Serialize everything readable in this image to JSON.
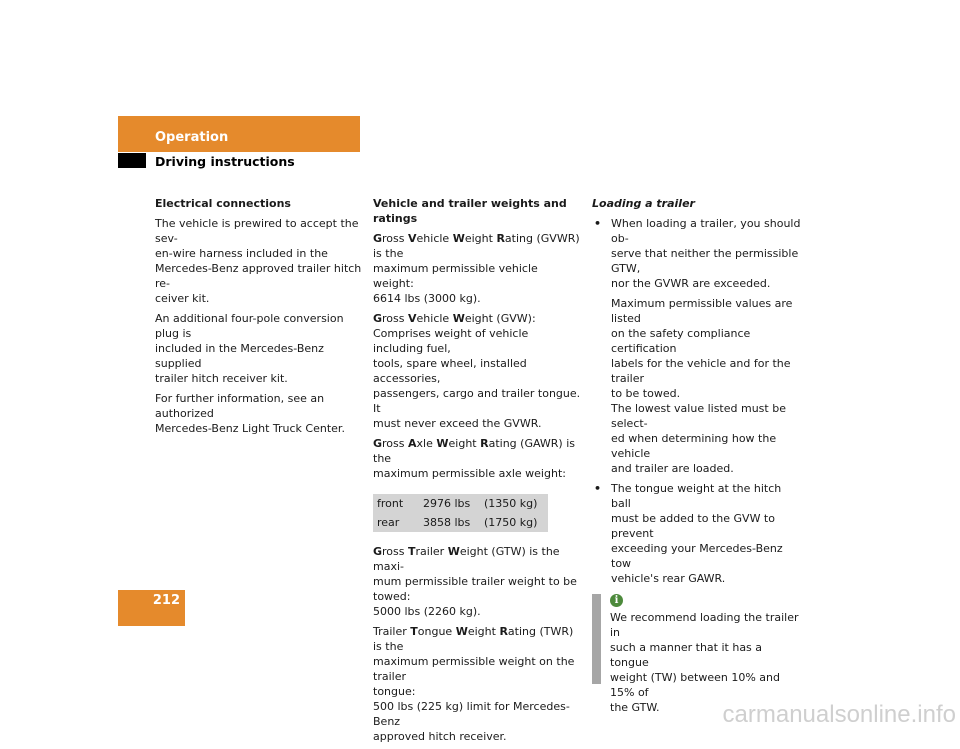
{
  "header": {
    "title": "Operation",
    "subtitle": "Driving instructions"
  },
  "page_number": "212",
  "col1": {
    "heading": "Electrical connections",
    "p1": "The vehicle is prewired to accept the sev-\nen-wire harness included in the\nMercedes-Benz approved trailer hitch re-\nceiver kit.",
    "p2": "An additional four-pole conversion plug is\nincluded in the Mercedes-Benz supplied\ntrailer hitch receiver kit.",
    "p3": "For further information, see an authorized\nMercedes-Benz Light Truck Center."
  },
  "col2": {
    "heading": "Vehicle and trailer weights and ratings",
    "gvwr": {
      "G": "G",
      "ross": "ross ",
      "V": "V",
      "ehicle": "ehicle ",
      "W": "W",
      "eight": "eight ",
      "R": "R",
      "rest": "ating (GVWR) is the\nmaximum permissible vehicle weight:\n6614 lbs (3000 kg)."
    },
    "gvw": {
      "G": "G",
      "ross": "ross ",
      "V": "V",
      "ehicle": "ehicle ",
      "W": "W",
      "rest": "eight (GVW):\nComprises weight of vehicle including fuel,\ntools, spare wheel, installed accessories,\npassengers, cargo and trailer tongue. It\nmust never exceed the GVWR."
    },
    "gawr": {
      "G": "G",
      "ross": "ross ",
      "A": "A",
      "xle": "xle ",
      "W": "W",
      "eight": "eight ",
      "R": "R",
      "rest": "ating (GAWR) is the\nmaximum permissible axle weight:"
    },
    "axle_table": [
      {
        "axle": "front",
        "lbs": "2976 lbs",
        "kg": "(1350 kg)"
      },
      {
        "axle": "rear",
        "lbs": "3858 lbs",
        "kg": "(1750 kg)"
      }
    ],
    "gtw": {
      "G": "G",
      "ross": "ross ",
      "T": "T",
      "railer": "railer ",
      "W": "W",
      "rest": "eight (GTW) is the maxi-\nmum permissible trailer weight to be\ntowed:\n5000 lbs (2260 kg)."
    },
    "twr": {
      "pre": "Trailer ",
      "T": "T",
      "ongue": "ongue ",
      "W": "W",
      "eight": "eight ",
      "R": "R",
      "rest": "ating (TWR) is the\nmaximum permissible weight on the trailer\ntongue:\n500 lbs (225 kg) limit for Mercedes-Benz\napproved hitch receiver."
    }
  },
  "col3": {
    "heading": "Loading a trailer",
    "bullet_symbol": "•",
    "bullet1": "When loading a trailer, you should ob-\nserve that neither the permissible GTW,\nnor the GVWR are exceeded.",
    "bullet1_sub": "Maximum permissible values are listed\non the safety compliance certification\nlabels for the vehicle and for the trailer\nto be towed.\nThe lowest value listed must be select-\ned when determining how the vehicle\nand trailer are loaded.",
    "bullet2": "The tongue weight at the hitch ball\nmust be added to the GVW to prevent\nexceeding your Mercedes-Benz tow\nvehicle's rear GAWR.",
    "info_icon_glyph": "i",
    "info_text": "We recommend loading the trailer in\nsuch a manner that it has a tongue\nweight (TW) between 10% and 15% of\nthe GTW."
  },
  "watermark": "carmanualsonline.info",
  "colors": {
    "accent_orange": "#e58a2c",
    "info_green": "#4d8a3c",
    "table_gray": "#d4d4d4"
  }
}
